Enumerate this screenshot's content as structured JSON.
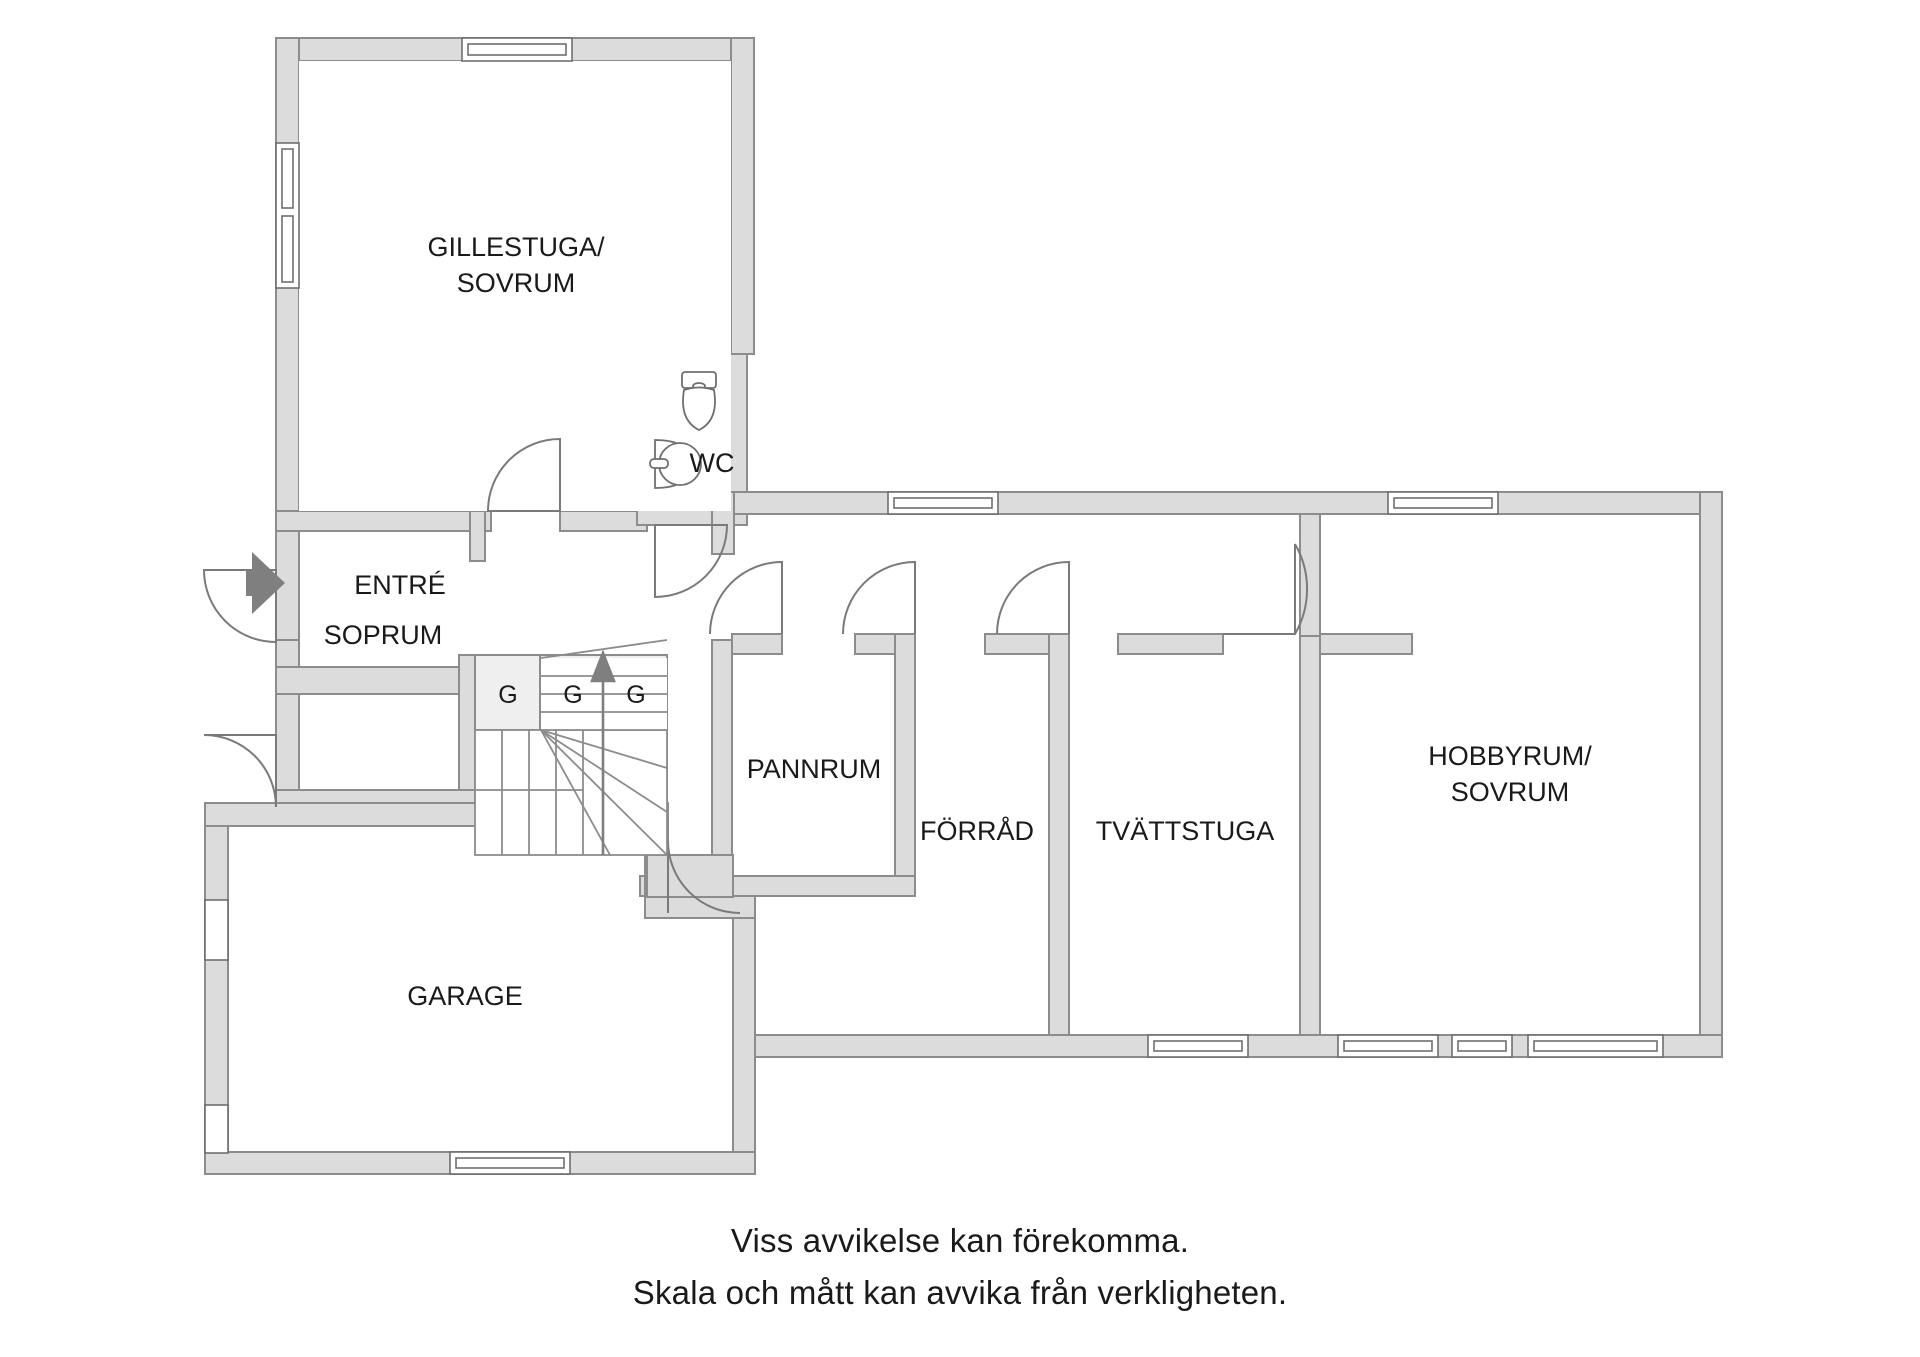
{
  "document": {
    "type": "floor-plan",
    "language": "sv",
    "title": "Planritning"
  },
  "rooms": [
    {
      "id": "gillestuga",
      "label": "GILLESTUGA/\nSOVRUM",
      "line1": "GILLESTUGA/",
      "line2": "SOVRUM"
    },
    {
      "id": "wc",
      "label": "WC"
    },
    {
      "id": "entre",
      "label": "ENTRÉ"
    },
    {
      "id": "soprum",
      "label": "SOPRUM"
    },
    {
      "id": "garage",
      "label": "GARAGE"
    },
    {
      "id": "pannrum",
      "label": "PANNRUM"
    },
    {
      "id": "forrad",
      "label": "FÖRRÅD"
    },
    {
      "id": "tvattstuga",
      "label": "TVÄTTSTUGA"
    },
    {
      "id": "hobbyrum",
      "label": "HOBBYRUM/\nSOVRUM",
      "line1": "HOBBYRUM/",
      "line2": "SOVRUM"
    }
  ],
  "closets": [
    {
      "id": "closet-1",
      "label": "G"
    },
    {
      "id": "closet-2",
      "label": "G"
    },
    {
      "id": "closet-3",
      "label": "G"
    }
  ],
  "fixtures": [
    {
      "id": "toilet",
      "name": "toilet-fixture",
      "room": "wc"
    },
    {
      "id": "sink",
      "name": "sink-fixture",
      "room": "wc"
    }
  ],
  "stairs": {
    "name": "staircase",
    "direction_indicator": "up-arrow",
    "treads": 13
  },
  "entrance": {
    "name": "entrance-arrow",
    "color": "#808080"
  },
  "caption": {
    "line1": "Viss avvikelse kan förekomma.",
    "line2": "Skala och mått kan avvika från verkligheten."
  },
  "colors": {
    "wall_fill": "#dcdcdc",
    "wall_stroke": "#8c8c8c",
    "closet_fill": "#efefef",
    "text": "#1a1a1a",
    "arrow": "#7f7f7f",
    "window_fill": "#ffffff"
  }
}
